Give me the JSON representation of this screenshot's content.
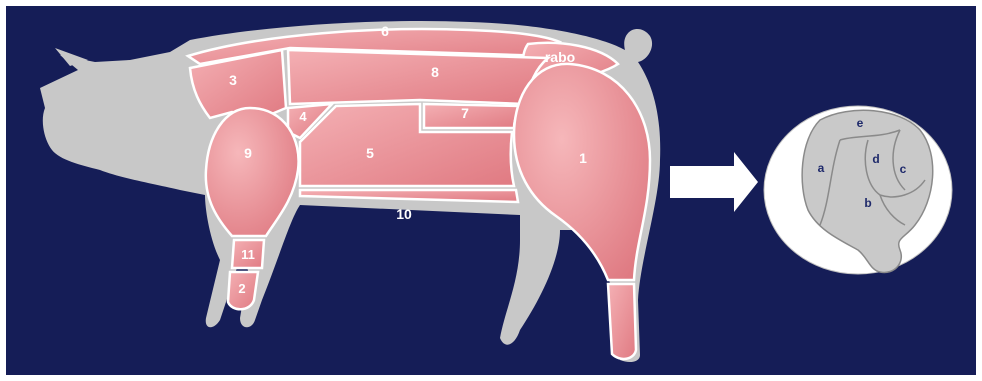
{
  "colors": {
    "background": "#151d57",
    "pig_body": "#c8c8c8",
    "cut": "#e8868c",
    "cut_light": "#f2a9ad",
    "cut_outline": "#ffffff",
    "ham_section": "#c9c9c9"
  },
  "pig": {
    "cuts": {
      "c1": "1",
      "c2": "2",
      "c3": "3",
      "c4": "4",
      "c5": "5",
      "c6": "6",
      "c7": "7",
      "c8": "8",
      "c9": "9",
      "c10": "10",
      "c11": "11",
      "rabo": "rabo"
    }
  },
  "arrow": {
    "icon": "right-arrow-icon"
  },
  "ham_section": {
    "parts": {
      "a": "a",
      "b": "b",
      "c": "c",
      "d": "d",
      "e": "e"
    }
  }
}
